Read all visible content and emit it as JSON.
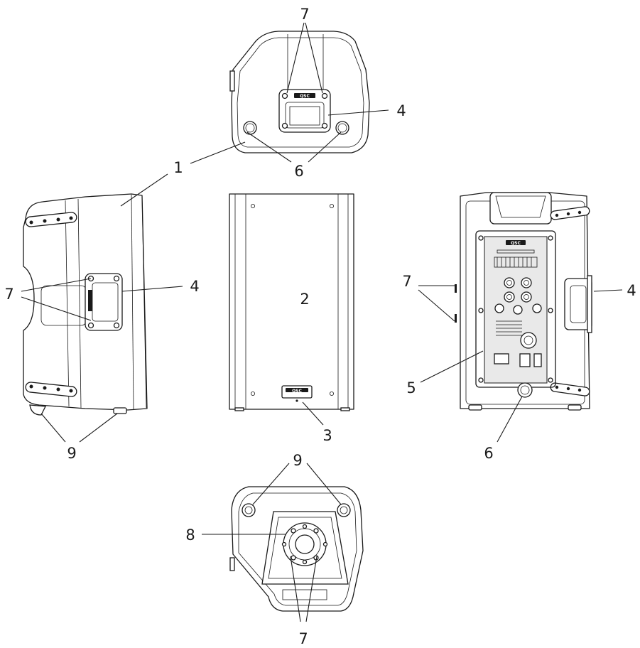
{
  "callouts": {
    "top_7": "7",
    "top_4": "4",
    "top_1": "1",
    "top_6": "6",
    "side_7": "7",
    "side_4": "4",
    "side_9": "9",
    "front_2": "2",
    "front_3": "3",
    "rear_7": "7",
    "rear_4": "4",
    "rear_5": "5",
    "rear_6": "6",
    "bottom_9": "9",
    "bottom_8": "8",
    "bottom_7": "7"
  },
  "logo_text": "QSC",
  "colors": {
    "line": "#1a1a1a",
    "background": "#ffffff",
    "panel": "#e9e9e9"
  }
}
